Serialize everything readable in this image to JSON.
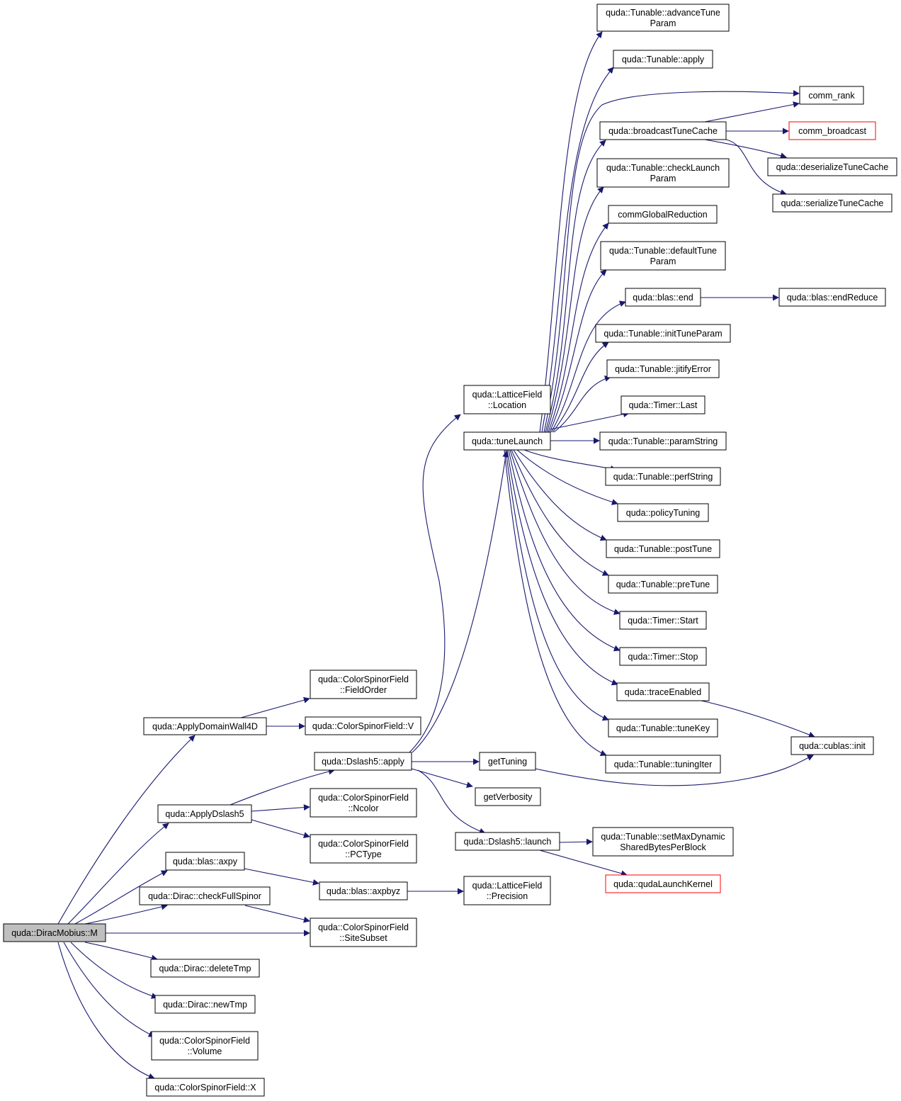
{
  "colors": {
    "edge": "#191970",
    "root_fill": "#bfbfbf",
    "node_border": "#000000",
    "external_border": "#ff0000"
  },
  "nodes": {
    "root": [
      "quda::DiracMobius::M"
    ],
    "applyDomainWall4D": [
      "quda::ApplyDomainWall4D"
    ],
    "applyDslash5": [
      "quda::ApplyDslash5"
    ],
    "blasAxpy": [
      "quda::blas::axpy"
    ],
    "checkFullSpinor": [
      "quda::Dirac::checkFullSpinor"
    ],
    "deleteTmp": [
      "quda::Dirac::deleteTmp"
    ],
    "newTmp": [
      "quda::Dirac::newTmp"
    ],
    "csfVolume": [
      "quda::ColorSpinorField",
      "::Volume"
    ],
    "csfX": [
      "quda::ColorSpinorField::X"
    ],
    "csfFieldOrder": [
      "quda::ColorSpinorField",
      "::FieldOrder"
    ],
    "csfV": [
      "quda::ColorSpinorField::V"
    ],
    "dslash5Apply": [
      "quda::Dslash5::apply"
    ],
    "csfNcolor": [
      "quda::ColorSpinorField",
      "::Ncolor"
    ],
    "csfPCType": [
      "quda::ColorSpinorField",
      "::PCType"
    ],
    "blasAxpbyz": [
      "quda::blas::axpbyz"
    ],
    "csfSiteSubset": [
      "quda::ColorSpinorField",
      "::SiteSubset"
    ],
    "lfLocation": [
      "quda::LatticeField",
      "::Location"
    ],
    "tuneLaunch": [
      "quda::tuneLaunch"
    ],
    "getTuning": [
      "getTuning"
    ],
    "getVerbosity": [
      "getVerbosity"
    ],
    "dslash5Launch": [
      "quda::Dslash5::launch"
    ],
    "lfPrecision": [
      "quda::LatticeField",
      "::Precision"
    ],
    "advanceTuneParam": [
      "quda::Tunable::advanceTune",
      "Param"
    ],
    "tunableApply": [
      "quda::Tunable::apply"
    ],
    "broadcastTuneCache": [
      "quda::broadcastTuneCache"
    ],
    "checkLaunchParam": [
      "quda::Tunable::checkLaunch",
      "Param"
    ],
    "commGlobalReduction": [
      "commGlobalReduction"
    ],
    "defaultTuneParam": [
      "quda::Tunable::defaultTune",
      "Param"
    ],
    "blasEnd": [
      "quda::blas::end"
    ],
    "initTuneParam": [
      "quda::Tunable::initTuneParam"
    ],
    "jitifyError": [
      "quda::Tunable::jitifyError"
    ],
    "timerLast": [
      "quda::Timer::Last"
    ],
    "paramString": [
      "quda::Tunable::paramString"
    ],
    "perfString": [
      "quda::Tunable::perfString"
    ],
    "policyTuning": [
      "quda::policyTuning"
    ],
    "postTune": [
      "quda::Tunable::postTune"
    ],
    "preTune": [
      "quda::Tunable::preTune"
    ],
    "timerStart": [
      "quda::Timer::Start"
    ],
    "timerStop": [
      "quda::Timer::Stop"
    ],
    "traceEnabled": [
      "quda::traceEnabled"
    ],
    "tuneKey": [
      "quda::Tunable::tuneKey"
    ],
    "tuningIter": [
      "quda::Tunable::tuningIter"
    ],
    "setMaxDynamic": [
      "quda::Tunable::setMaxDynamic",
      "SharedBytesPerBlock"
    ],
    "qudaLaunchKernel": [
      "quda::qudaLaunchKernel"
    ],
    "commRank": [
      "comm_rank"
    ],
    "commBroadcast": [
      "comm_broadcast"
    ],
    "deserializeTuneCache": [
      "quda::deserializeTuneCache"
    ],
    "serializeTuneCache": [
      "quda::serializeTuneCache"
    ],
    "blasEndReduce": [
      "quda::blas::endReduce"
    ],
    "cublasInit": [
      "quda::cublas::init"
    ]
  }
}
